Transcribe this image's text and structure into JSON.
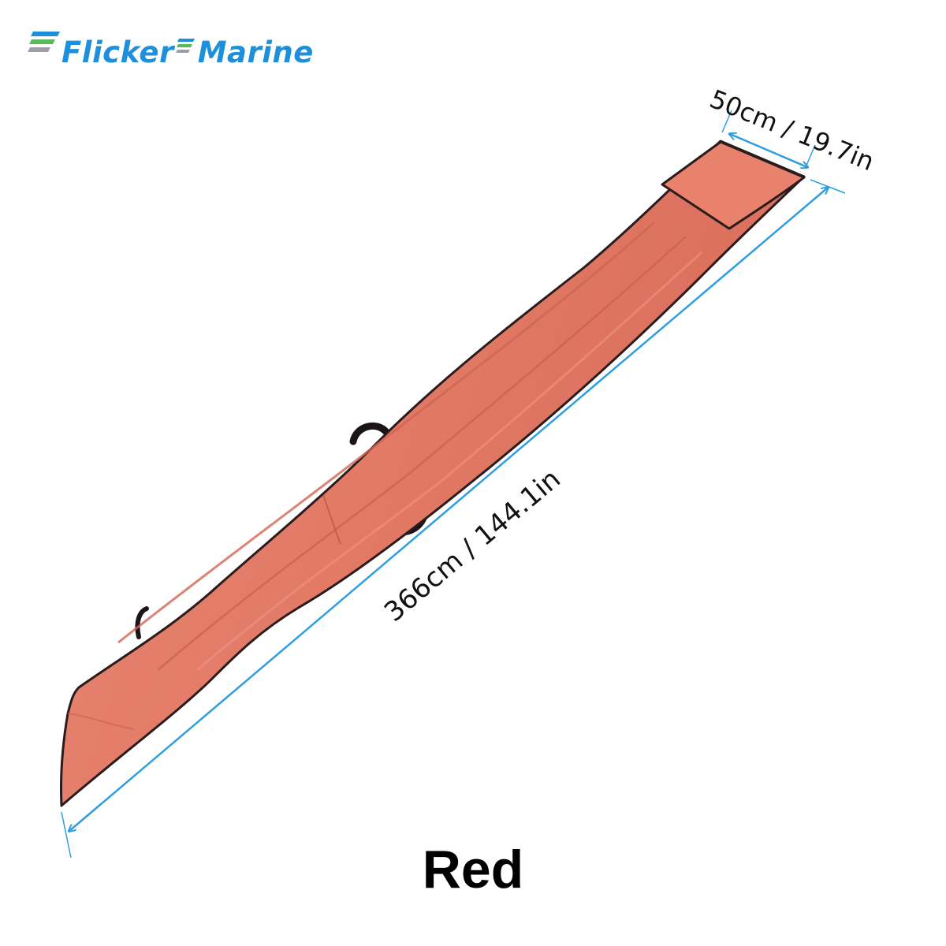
{
  "brand": {
    "name_part1": "Flicker",
    "name_part2": "Marine",
    "color_primary": "#1e8fdb",
    "color_accent": "#5bb85c",
    "color_gray": "#9aa0a6"
  },
  "product": {
    "color_name": "Red",
    "fabric_color": "#e27a66",
    "fabric_shadow": "#cf6554",
    "binding_color": "#2a1c1c"
  },
  "dimensions": {
    "width_label": "50cm / 19.7in",
    "length_label": "366cm / 144.1in",
    "line_color": "#2d9ee0"
  }
}
